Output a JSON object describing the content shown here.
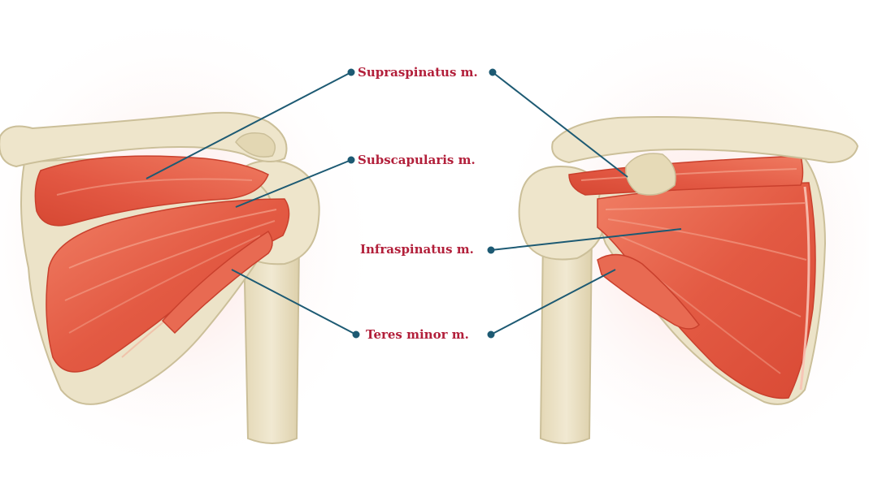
{
  "labels": {
    "supraspinatus": "Supraspinatus m.",
    "subscapularis": "Subscapularis m.",
    "infraspinatus": "Infraspinatus m.",
    "teres_minor": "Teres minor m."
  },
  "colors": {
    "label_text": "#b21f3a",
    "leader_line": "#1d5a73",
    "bone": "#ece3c8",
    "bone_outline": "#cbbf99",
    "muscle": "#e25a44",
    "muscle_light": "#f08a72",
    "skin_halo": "#fbe3e0"
  }
}
